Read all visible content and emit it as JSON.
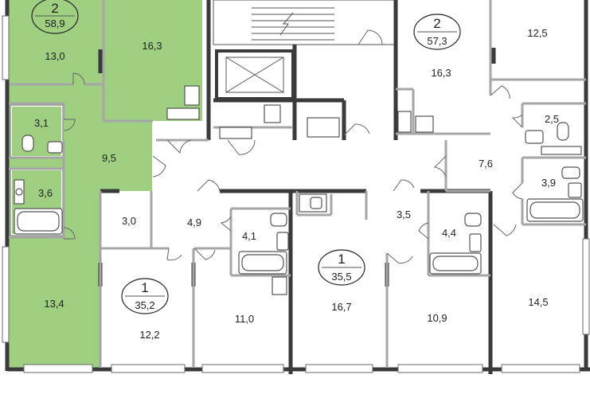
{
  "colors": {
    "highlight": "#9fcf80",
    "highlight_border": "#6aa84f",
    "wall": "#3a3a3a",
    "partition": "#a6a6a6",
    "room": "#ffffff"
  },
  "apartments": [
    {
      "rooms": "2",
      "area": "58,9",
      "highlighted": true
    },
    {
      "rooms": "2",
      "area": "57,3",
      "highlighted": false
    },
    {
      "rooms": "1",
      "area": "35,2",
      "highlighted": false
    },
    {
      "rooms": "1",
      "area": "35,5",
      "highlighted": false
    }
  ],
  "room_areas": [
    {
      "id": "a1-room-top",
      "label": "13,0"
    },
    {
      "id": "a1-room-right",
      "label": "16,3"
    },
    {
      "id": "a1-wc",
      "label": "3,1"
    },
    {
      "id": "a1-hall",
      "label": "9,5"
    },
    {
      "id": "a1-bath",
      "label": "3,6"
    },
    {
      "id": "a1-room-bottom",
      "label": "13,4"
    },
    {
      "id": "a2-room-main",
      "label": "16,3"
    },
    {
      "id": "a2-room-right",
      "label": "12,5"
    },
    {
      "id": "a2-wc",
      "label": "2,5"
    },
    {
      "id": "a2-hall",
      "label": "7,6"
    },
    {
      "id": "a2-bath",
      "label": "3,9"
    },
    {
      "id": "a3-storage",
      "label": "3,0"
    },
    {
      "id": "a3-hall",
      "label": "4,9"
    },
    {
      "id": "a3-bath",
      "label": "4,1"
    },
    {
      "id": "a3-room",
      "label": "12,2"
    },
    {
      "id": "a3-kitchen",
      "label": "11,0"
    },
    {
      "id": "a4-room",
      "label": "16,7"
    },
    {
      "id": "a4-hall",
      "label": "3,5"
    },
    {
      "id": "a4-bath",
      "label": "4,4"
    },
    {
      "id": "a4-kitchen",
      "label": "10,9"
    },
    {
      "id": "a5-room",
      "label": "14,5"
    }
  ]
}
